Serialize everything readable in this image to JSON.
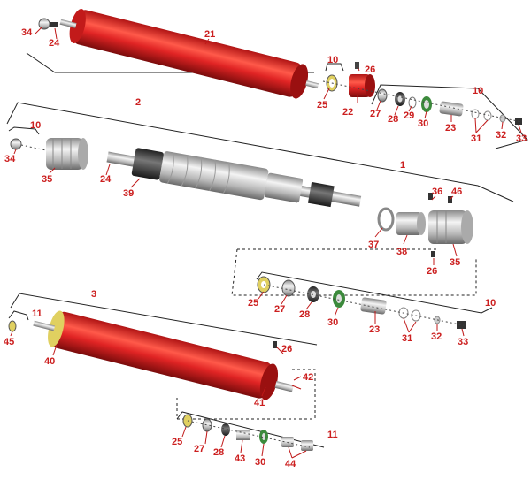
{
  "labels": {
    "l1": "1",
    "l2": "2",
    "l3": "3",
    "l10a": "10",
    "l10b": "10",
    "l10c": "10",
    "l10d": "10",
    "l11a": "11",
    "l11b": "11",
    "l21": "21",
    "l22": "22",
    "l23a": "23",
    "l23b": "23",
    "l24a": "24",
    "l24b": "24",
    "l25a": "25",
    "l25b": "25",
    "l25c": "25",
    "l26a": "26",
    "l26b": "26",
    "l26c": "26",
    "l27a": "27",
    "l27b": "27",
    "l27c": "27",
    "l28a": "28",
    "l28b": "28",
    "l28c": "28",
    "l29": "29",
    "l30a": "30",
    "l30b": "30",
    "l30c": "30",
    "l31a": "31",
    "l31b": "31",
    "l32a": "32",
    "l32b": "32",
    "l33a": "33",
    "l33b": "33",
    "l34a": "34",
    "l34b": "34",
    "l35a": "35",
    "l35b": "35",
    "l36": "36",
    "l37": "37",
    "l38": "38",
    "l39": "39",
    "l40": "40",
    "l41": "41",
    "l42": "42",
    "l43": "43",
    "l44": "44",
    "l45": "45",
    "l46": "46"
  },
  "colors": {
    "roller_red": "#d41f1f",
    "roller_dark": "#8e0f0f",
    "seal_green": "#3c8a3c",
    "seal_yellow": "#d8c84a",
    "label_red": "#cc1f1f"
  }
}
